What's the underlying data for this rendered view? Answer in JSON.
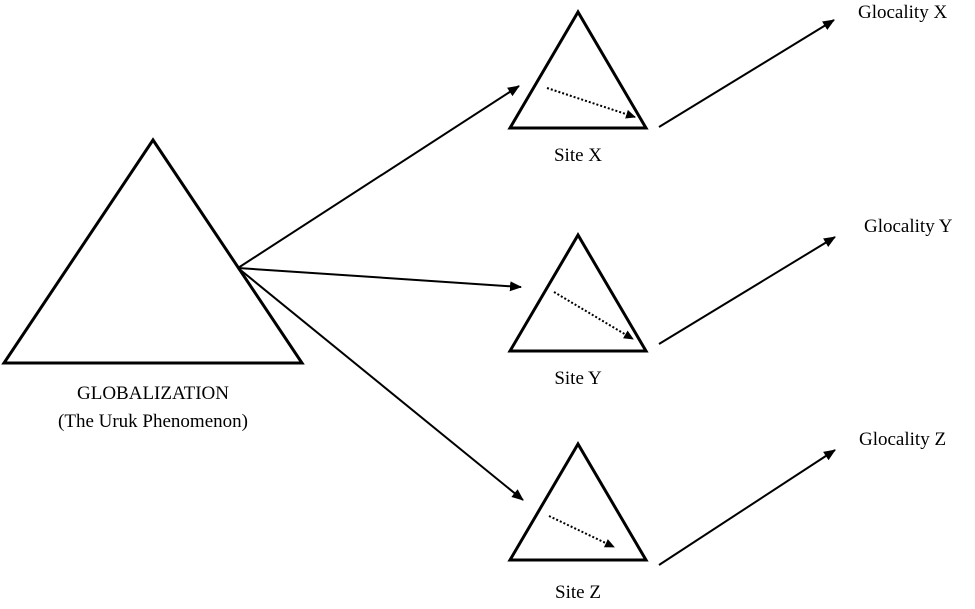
{
  "source": {
    "title": "GLOBALIZATION",
    "subtitle": "(The Uruk Phenomenon)"
  },
  "sites": [
    {
      "label": "Site X",
      "glocality": "Glocality X"
    },
    {
      "label": "Site Y",
      "glocality": "Glocality Y"
    },
    {
      "label": "Site Z",
      "glocality": "Glocality Z"
    }
  ],
  "colors": {
    "stroke": "#000000",
    "background": "#ffffff"
  }
}
